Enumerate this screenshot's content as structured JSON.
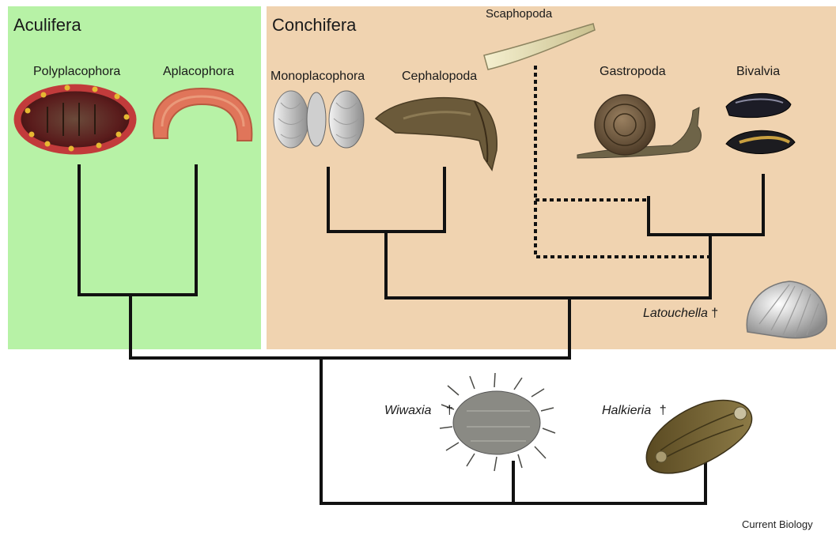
{
  "groups": {
    "aculifera": {
      "label": "Aculifera",
      "color": "#b7f2a6"
    },
    "conchifera": {
      "label": "Conchifera",
      "color": "#f0d3b0"
    }
  },
  "taxa": {
    "polyplacophora": "Polyplacophora",
    "aplacophora": "Aplacophora",
    "monoplacophora": "Monoplacophora",
    "cephalopoda": "Cephalopoda",
    "scaphopoda": "Scaphopoda",
    "gastropoda": "Gastropoda",
    "bivalvia": "Bivalvia"
  },
  "fossils": {
    "latouchella": "Latouchella",
    "wiwaxia": "Wiwaxia",
    "halkieria": "Halkieria",
    "extinct_marker": "†"
  },
  "credit": "Current Biology",
  "icons": [
    "chiton",
    "aplacophoran-worm",
    "monoplacophoran-shells",
    "cuttlefish",
    "tusk-shell",
    "snail",
    "mussels",
    "latouchella-shell",
    "wiwaxia",
    "halkieria"
  ],
  "tree": {
    "line_color": "#111111",
    "dashed_branch": "scaphopoda (uncertain position)"
  }
}
